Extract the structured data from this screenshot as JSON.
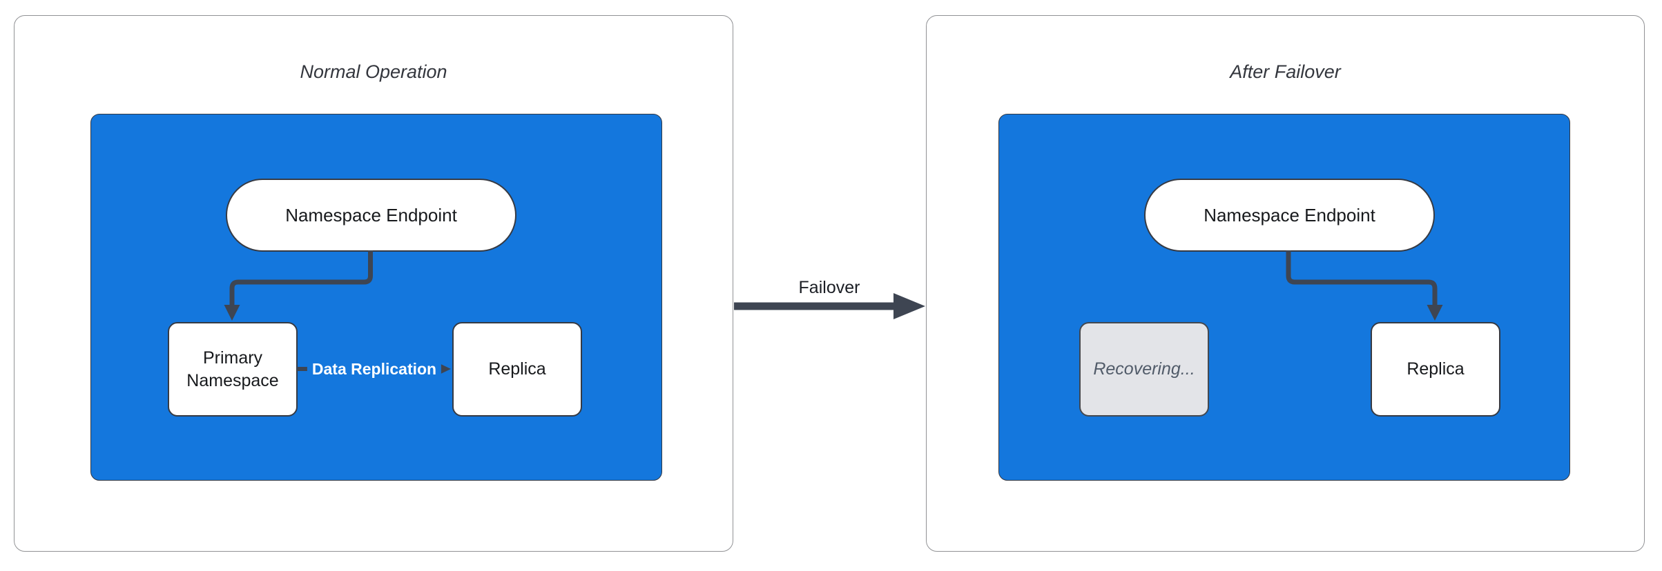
{
  "panels": [
    {
      "title": "Normal Operation",
      "nodes": {
        "endpoint": "Namespace Endpoint",
        "primary": "Primary Namespace",
        "replica": "Replica"
      },
      "edge_label": "Data Replication"
    },
    {
      "title": "After Failover",
      "nodes": {
        "endpoint": "Namespace Endpoint",
        "recovering": "Recovering...",
        "replica": "Replica"
      }
    }
  ],
  "failover": {
    "label": "Failover"
  },
  "colors": {
    "cluster_fill": "#1477DD",
    "cluster_border": "#333740",
    "node_fill": "#ffffff",
    "node_border": "#363a43",
    "edge": "#3e4552",
    "panel_border": "#909194",
    "disabled_fill": "#e3e4e8",
    "disabled_text": "#515b69",
    "edge_label_on_blue": "#ffffff",
    "title_text": "#33363d"
  }
}
